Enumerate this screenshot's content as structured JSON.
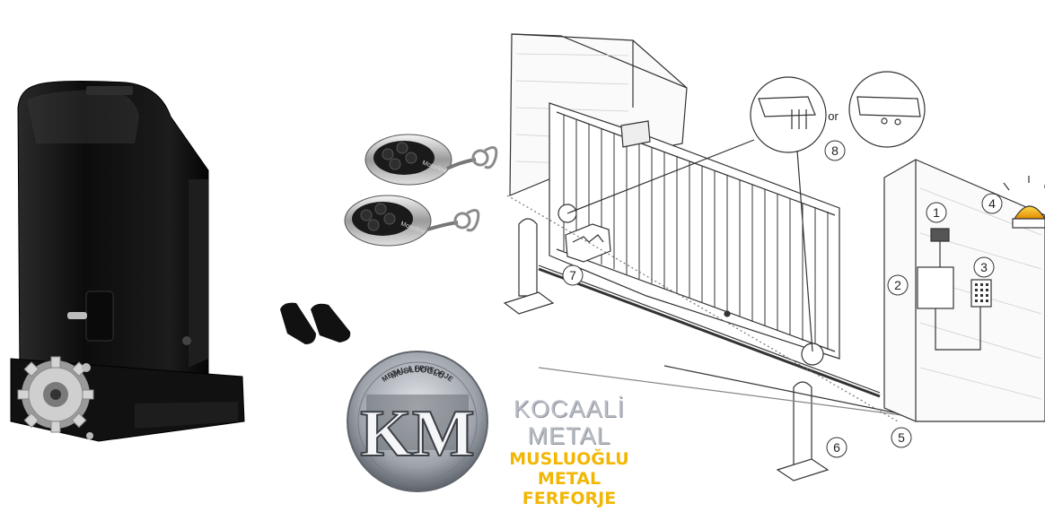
{
  "logo": {
    "arc_text_top": "MUSLUOĞLU",
    "arc_text_bottom": "METAL & FERFORJE",
    "monogram": "KM",
    "company_name": "KOCAALİ METAL",
    "tagline_line1": "MUSLUOĞLU METAL",
    "tagline_line2": "FERFORJE"
  },
  "remote": {
    "brand_label": "Motorline"
  },
  "diagram": {
    "callouts": [
      "1",
      "2",
      "3",
      "4",
      "5",
      "6",
      "7",
      "8"
    ],
    "or_label": "or"
  },
  "colors": {
    "motor_body": "#101010",
    "gear": "#c8c8c8",
    "logo_yellow": "#f2b705",
    "line_art": "#333333"
  }
}
